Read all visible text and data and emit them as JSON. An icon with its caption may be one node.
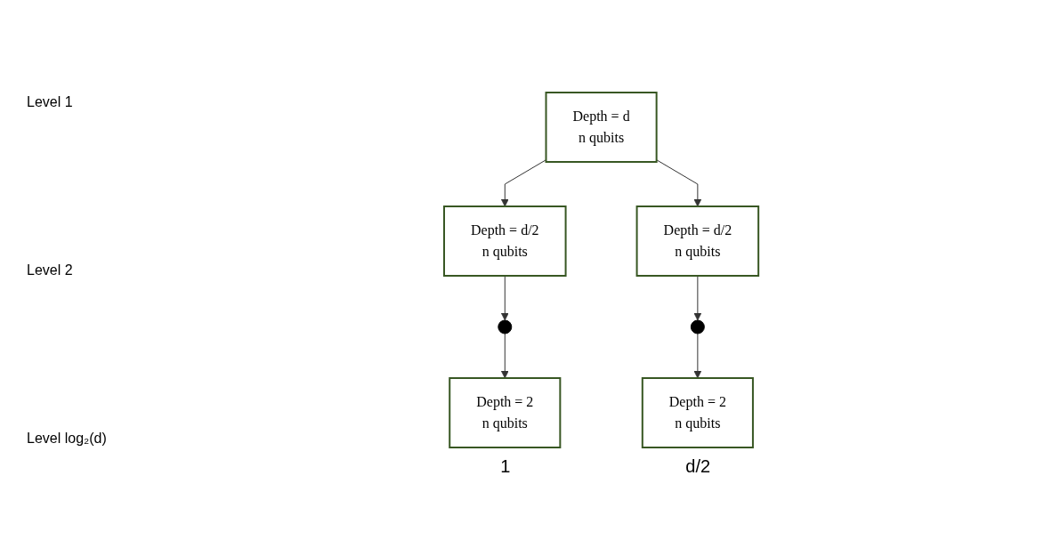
{
  "diagram": {
    "nodes": [
      {
        "text": [
          "Depth = d",
          "n qubits"
        ]
      },
      {
        "text": [
          "Depth = d/2",
          "n qubits"
        ]
      },
      {
        "text": [
          "Depth = d/2",
          "n qubits"
        ]
      },
      {
        "text": [],
        "shape": "ellipsis"
      },
      {
        "text": [],
        "shape": "ellipsis"
      },
      {
        "text": [
          "Depth = 2",
          "n qubits"
        ],
        "beside": [
          "1"
        ]
      },
      {
        "text": [
          "Depth = 2",
          "n qubits"
        ],
        "beside": [
          "d/2"
        ]
      }
    ],
    "edges": [
      {
        "from": 0,
        "to": 1,
        "arrow": "to"
      },
      {
        "from": 0,
        "to": 2,
        "arrow": "to"
      },
      {
        "from": 1,
        "to": 3,
        "arrow": "to"
      },
      {
        "from": 2,
        "to": 4,
        "arrow": "to"
      },
      {
        "from": 3,
        "to": 5,
        "arrow": "to"
      },
      {
        "from": 4,
        "to": 6,
        "arrow": "to"
      }
    ],
    "labels": [
      "Level 1",
      "Level 2",
      "Level log₂(d)"
    ]
  }
}
